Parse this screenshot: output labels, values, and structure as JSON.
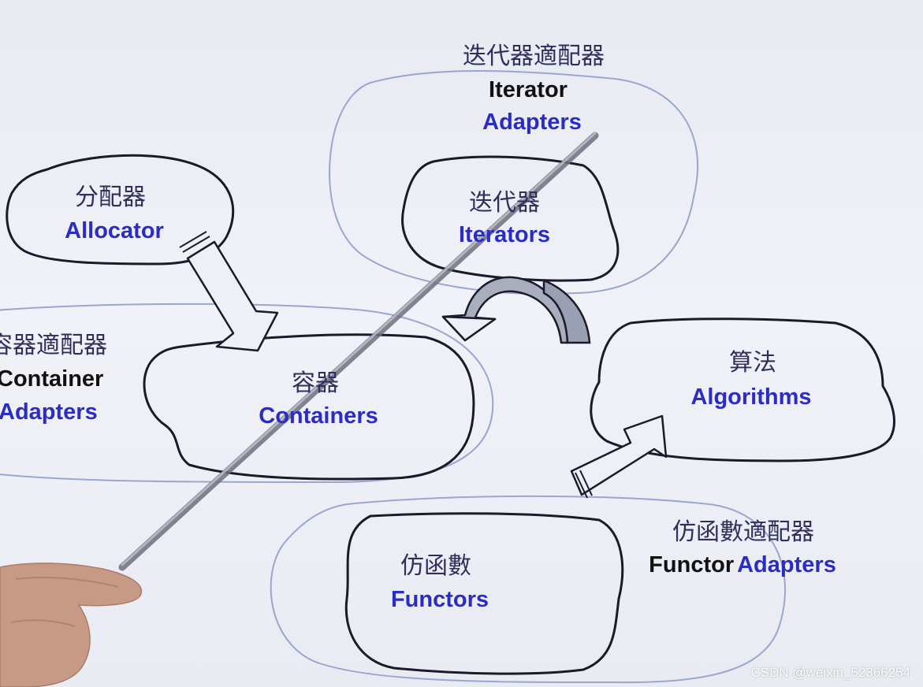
{
  "nodes": {
    "iterator_adapters": {
      "cjk": "迭代器適配器",
      "en_line1": "Iterator",
      "en_line2": "Adapters"
    },
    "iterators": {
      "cjk": "迭代器",
      "en": "Iterators"
    },
    "allocator": {
      "cjk": "分配器",
      "en": "Allocator"
    },
    "container_adapters": {
      "cjk": "容器適配器",
      "en_line1": "Container",
      "en_line2": "Adapters"
    },
    "containers": {
      "cjk": "容器",
      "en": "Containers"
    },
    "algorithms": {
      "cjk": "算法",
      "en": "Algorithms"
    },
    "functors": {
      "cjk": "仿函數",
      "en": "Functors"
    },
    "functor_adapters": {
      "cjk": "仿函數適配器",
      "en_black": "Functor",
      "en_blue": "Adapters"
    }
  },
  "watermark": "CSDN @weixin_52366254",
  "colors": {
    "background": "#eef0f7",
    "outline": "#1a1a2a",
    "adapter_outline": "#9aa6cf",
    "english_blue": "#2a2cc4",
    "arrow_fill": "#e9ebf3"
  }
}
